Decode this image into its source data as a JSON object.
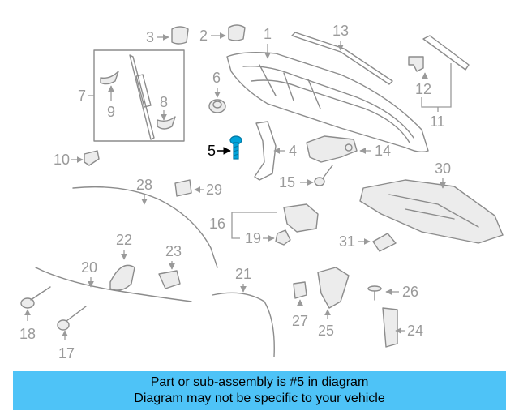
{
  "callouts": {
    "c1": "1",
    "c2": "2",
    "c3": "3",
    "c4": "4",
    "c5": "5",
    "c6": "6",
    "c7": "7",
    "c8": "8",
    "c9": "9",
    "c10": "10",
    "c11": "11",
    "c12": "12",
    "c13": "13",
    "c14": "14",
    "c15": "15",
    "c16": "16",
    "c17": "17",
    "c18": "18",
    "c19": "19",
    "c20": "20",
    "c21": "21",
    "c22": "22",
    "c23": "23",
    "c24": "24",
    "c25": "25",
    "c26": "26",
    "c27": "27",
    "c28": "28",
    "c29": "29",
    "c30": "30",
    "c31": "31"
  },
  "highlight": {
    "part": "5",
    "color": "#00a3d9"
  },
  "banner": {
    "line1": "Part or sub-assembly is #5 in diagram",
    "line2": "Diagram may not be specific to your vehicle",
    "color": "#4ec3f7"
  }
}
